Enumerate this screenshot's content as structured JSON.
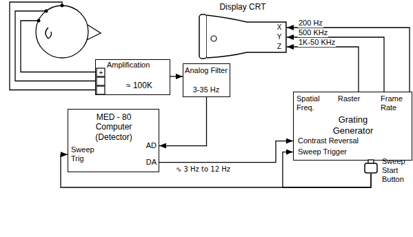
{
  "diagram": {
    "nodes": [
      {
        "text": [
          "Display CRT",
          "X",
          "Y",
          "Z"
        ]
      },
      {
        "text": [
          "Amplification",
          "+",
          "≈ 100K"
        ]
      },
      {
        "text": [
          "Analog Filter",
          "3-35 Hz"
        ]
      },
      {
        "text": [
          "MED - 80 Computer (Detector)",
          "Sweep Trig",
          "AD",
          "DA"
        ]
      },
      {
        "text": [
          "Spatial Freq.",
          "Raster",
          "Frame Rate",
          "Grating Generator",
          "Contrast Reversal",
          "Sweep Trigger"
        ]
      },
      {
        "text": [
          "Sweep Start Button"
        ]
      }
    ],
    "edges": [
      {
        "from": 1,
        "to": 2,
        "arrow": "to"
      },
      {
        "from": 2,
        "to": 3,
        "arrow": "to"
      },
      {
        "from": 3,
        "to": 4,
        "label": "∿ 3 Hz to 12 Hz",
        "arrow": "to"
      },
      {
        "from": 4,
        "to": 0,
        "label": "200 Hz",
        "arrow": "to"
      },
      {
        "from": 4,
        "to": 0,
        "label": "500 KHz",
        "arrow": "to"
      },
      {
        "from": 4,
        "to": 0,
        "label": "1K-50 KHz",
        "arrow": "to"
      },
      {
        "from": 5,
        "to": 4,
        "arrow": "to"
      },
      {
        "from": 5,
        "to": 3,
        "arrow": "to"
      }
    ]
  }
}
